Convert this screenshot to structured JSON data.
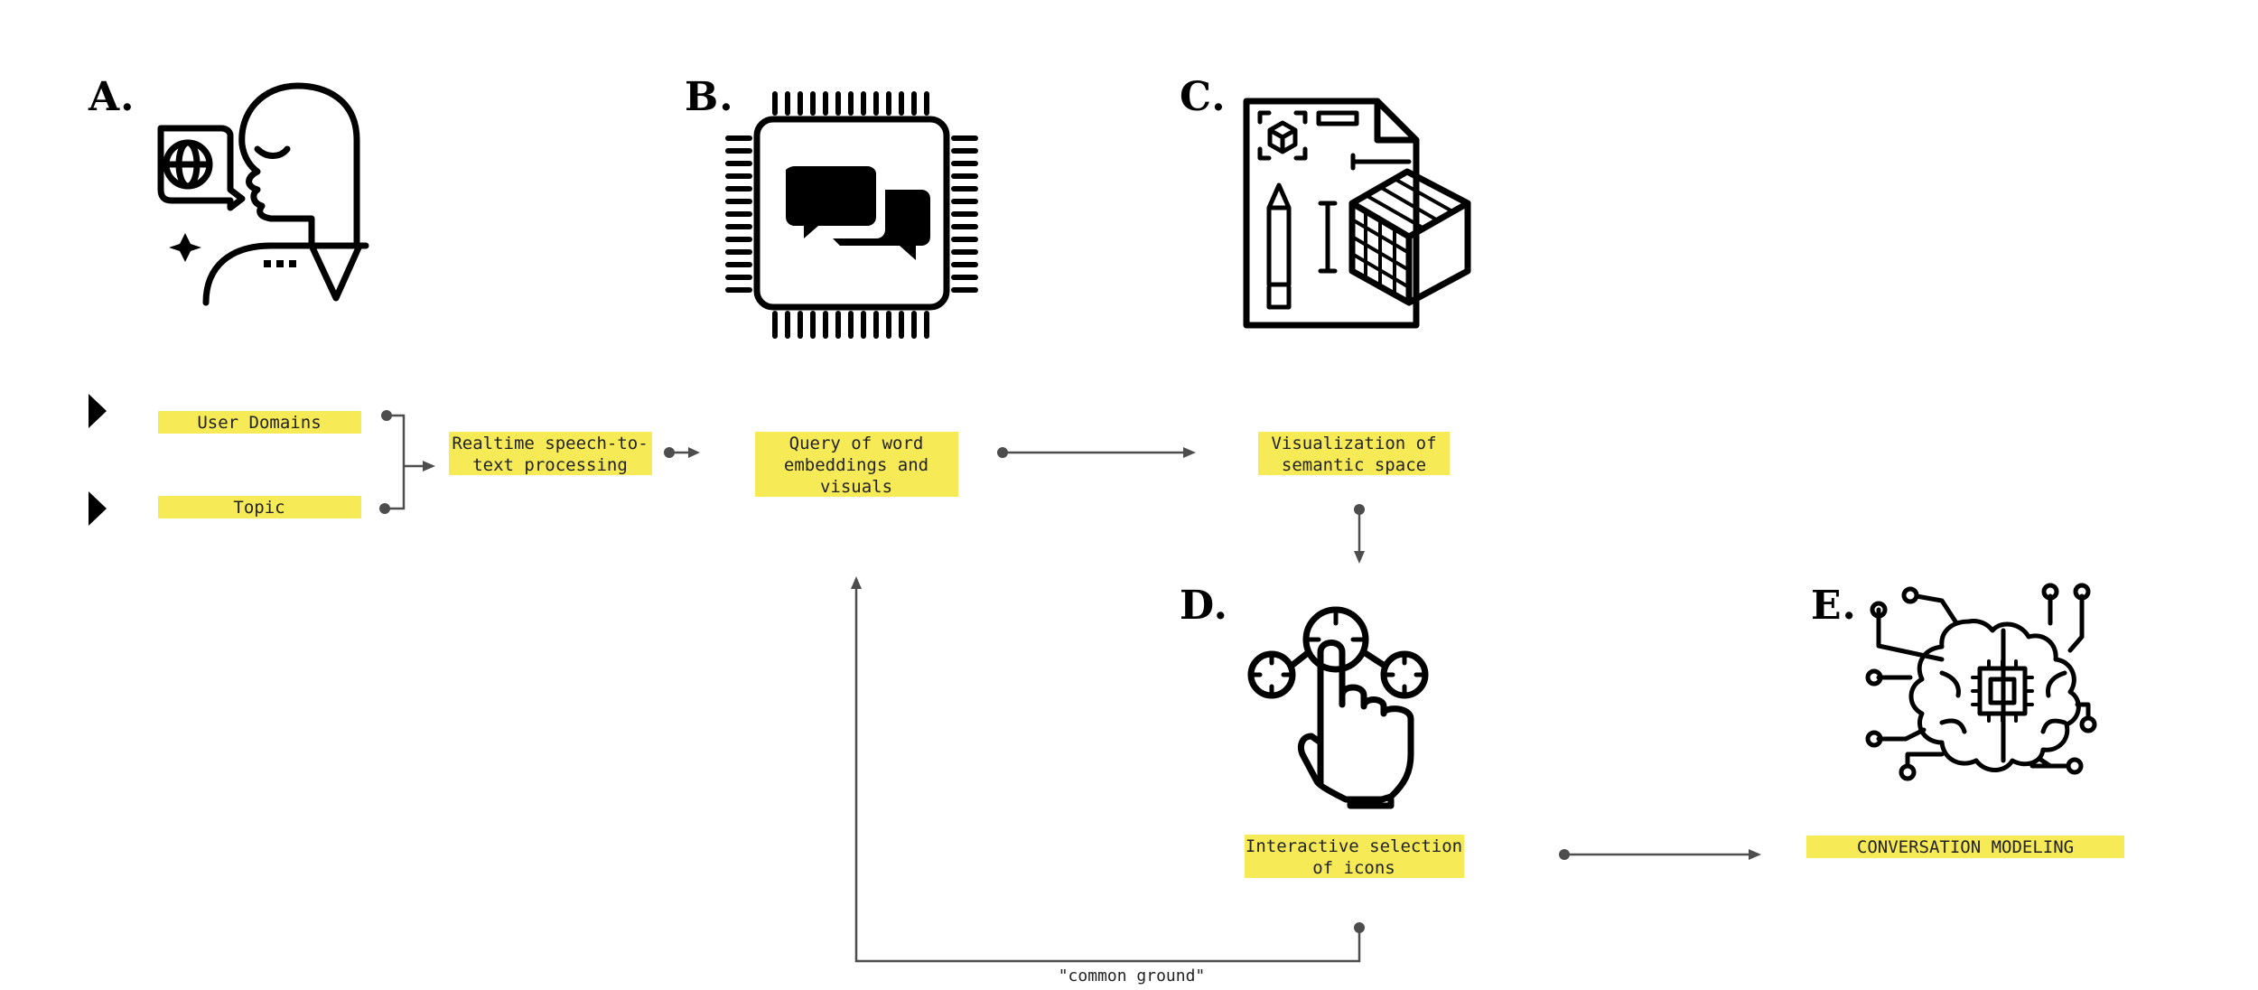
{
  "sections": {
    "a": {
      "letter": "A."
    },
    "b": {
      "letter": "B."
    },
    "c": {
      "letter": "C."
    },
    "d": {
      "letter": "D."
    },
    "e": {
      "letter": "E."
    }
  },
  "nodes": {
    "user_domains": [
      "User Domains"
    ],
    "topic": [
      "Topic"
    ],
    "speech_to_text": [
      "Realtime speech-to-",
      "text processing"
    ],
    "query_embeddings": [
      "Query of word",
      "embeddings and",
      "visuals"
    ],
    "visualization": [
      "Visualization of",
      "semantic space"
    ],
    "interactive_selection": [
      "Interactive selection",
      "of icons"
    ],
    "conversation_modeling": [
      "CONVERSATION MODELING"
    ]
  },
  "edge_labels": {
    "feedback": "\"common ground\""
  },
  "icons": {
    "a": "speaking-person-globe-icon",
    "b": "chip-chat-icon",
    "c": "blueprint-cube-icon",
    "d": "touch-select-icon",
    "e": "brain-circuit-icon"
  },
  "colors": {
    "highlight": "#f7ea57",
    "connector": "#4d4d4d",
    "icon": "#000000"
  }
}
